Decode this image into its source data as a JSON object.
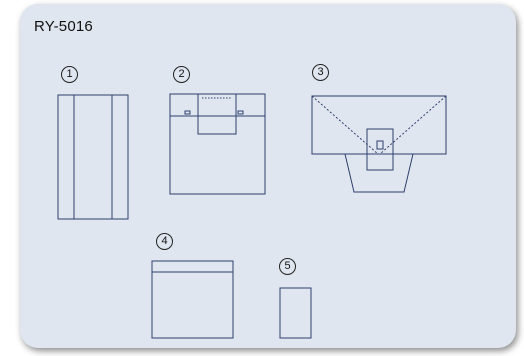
{
  "title": "RY-5016",
  "items": [
    {
      "number": "1"
    },
    {
      "number": "2"
    },
    {
      "number": "3"
    },
    {
      "number": "4"
    },
    {
      "number": "5"
    }
  ],
  "colors": {
    "panel": "#dfe6ef",
    "outline": "#2f3f6e",
    "fill_light": "#e7f0f6",
    "fill_blue": "#cfe3ee",
    "fill_pink": "#f0bfca"
  }
}
